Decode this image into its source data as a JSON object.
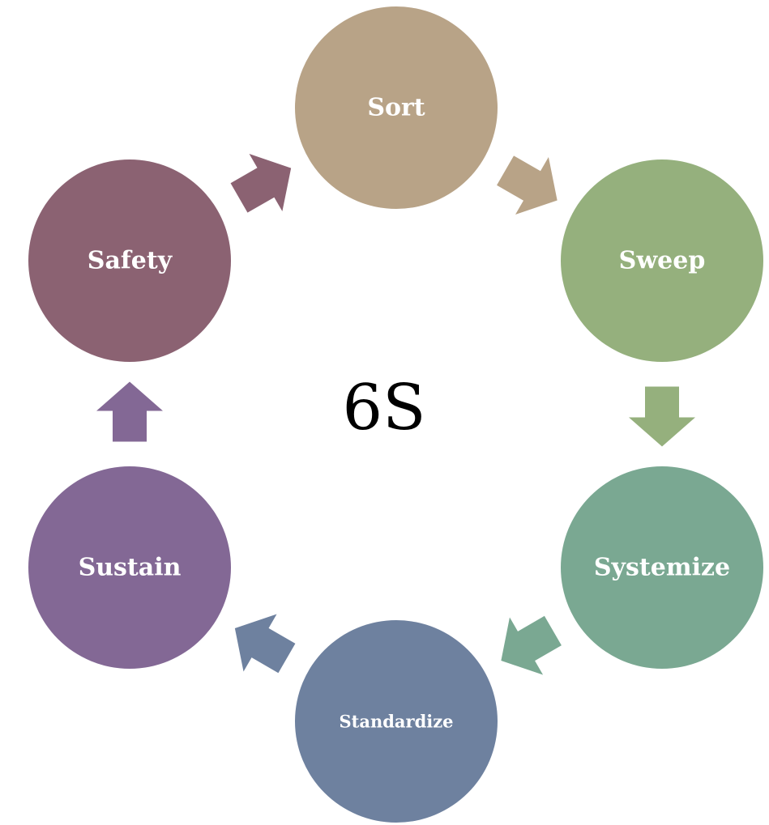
{
  "diagram": {
    "title": "6S",
    "type": "cycle",
    "nodes": [
      {
        "id": "sort",
        "label": "Sort",
        "color": "#b8a387"
      },
      {
        "id": "sweep",
        "label": "Sweep",
        "color": "#95b07d"
      },
      {
        "id": "systemize",
        "label": "Systemize",
        "color": "#7aa892"
      },
      {
        "id": "standardize",
        "label": "Standardize",
        "color": "#6e819f"
      },
      {
        "id": "sustain",
        "label": "Sustain",
        "color": "#836895"
      },
      {
        "id": "safety",
        "label": "Safety",
        "color": "#8b6272"
      }
    ],
    "arrows": [
      {
        "from": "sort",
        "to": "sweep",
        "color": "#b8a387"
      },
      {
        "from": "sweep",
        "to": "systemize",
        "color": "#95b07d"
      },
      {
        "from": "systemize",
        "to": "standardize",
        "color": "#7aa892"
      },
      {
        "from": "standardize",
        "to": "sustain",
        "color": "#6e819f"
      },
      {
        "from": "sustain",
        "to": "safety",
        "color": "#836895"
      },
      {
        "from": "safety",
        "to": "sort",
        "color": "#8b6272"
      }
    ]
  }
}
